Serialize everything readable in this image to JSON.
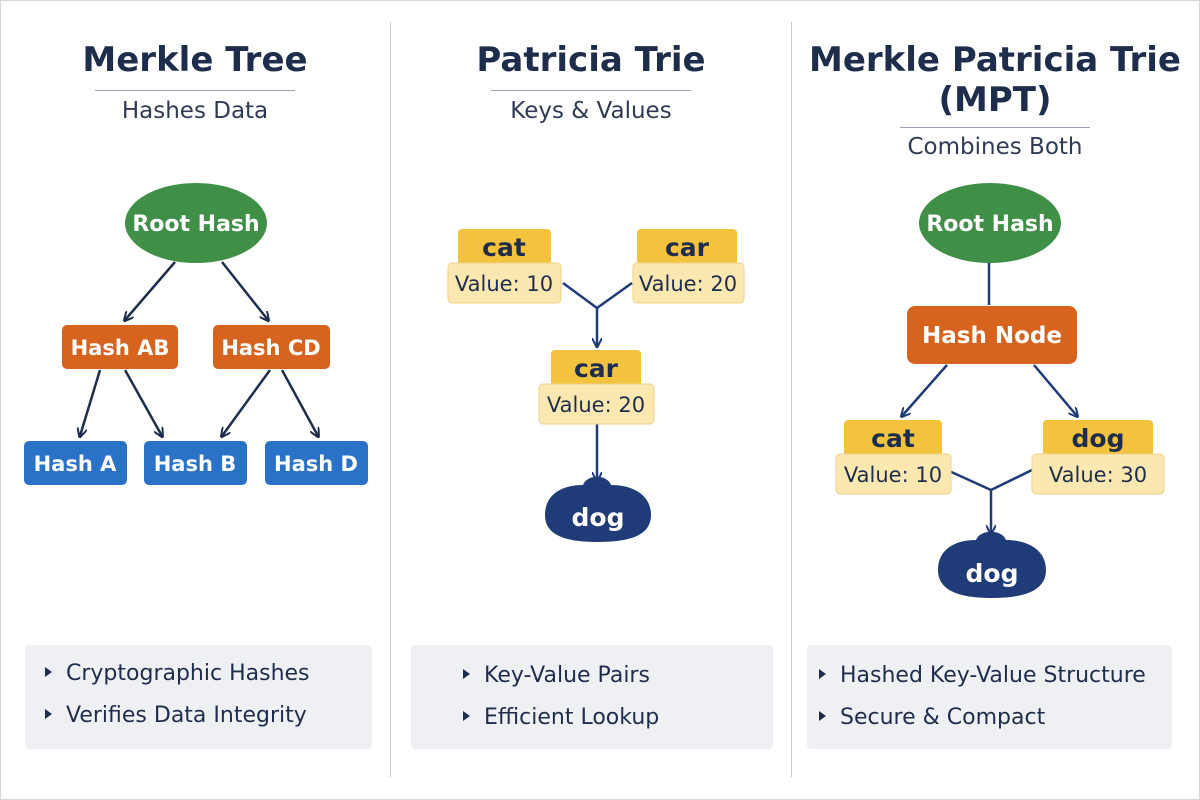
{
  "columns": [
    {
      "title": "Merkle Tree",
      "subtitle": "Hashes Data",
      "nodes": {
        "root": "Root Hash",
        "hash_ab": "Hash AB",
        "hash_cd": "Hash CD",
        "hash_a": "Hash A",
        "hash_b": "Hash B",
        "hash_d": "Hash D"
      },
      "bullets": [
        "Cryptographic Hashes",
        "Verifies Data Integrity"
      ]
    },
    {
      "title": "Patricia Trie",
      "subtitle": "Keys & Values",
      "nodes": {
        "cat_key": "cat",
        "cat_value": "Value: 10",
        "car_key": "car",
        "car_value": "Value: 20",
        "car2_key": "car",
        "car2_value": "Value: 20",
        "dog": "dog"
      },
      "bullets": [
        "Key-Value Pairs",
        "Efficient Lookup"
      ]
    },
    {
      "title_line1": "Merkle Patricia Trie",
      "title_line2": "(MPT)",
      "subtitle": "Combines Both",
      "nodes": {
        "root": "Root Hash",
        "hash_node": "Hash Node",
        "cat_key": "cat",
        "cat_value": "Value: 10",
        "dog_key": "dog",
        "dog_value": "Value: 30",
        "dog": "dog"
      },
      "bullets": [
        "Hashed Key-Value Structure",
        "Secure & Compact"
      ]
    }
  ],
  "colors": {
    "title": "#1f2d4d",
    "green": "#3f8f47",
    "orange": "#d6641e",
    "blue": "#2a72c8",
    "key_yellow": "#f3c33e",
    "value_cream": "#fbe7b0",
    "navy": "#1f3b78",
    "panel": "#eef0f4"
  }
}
